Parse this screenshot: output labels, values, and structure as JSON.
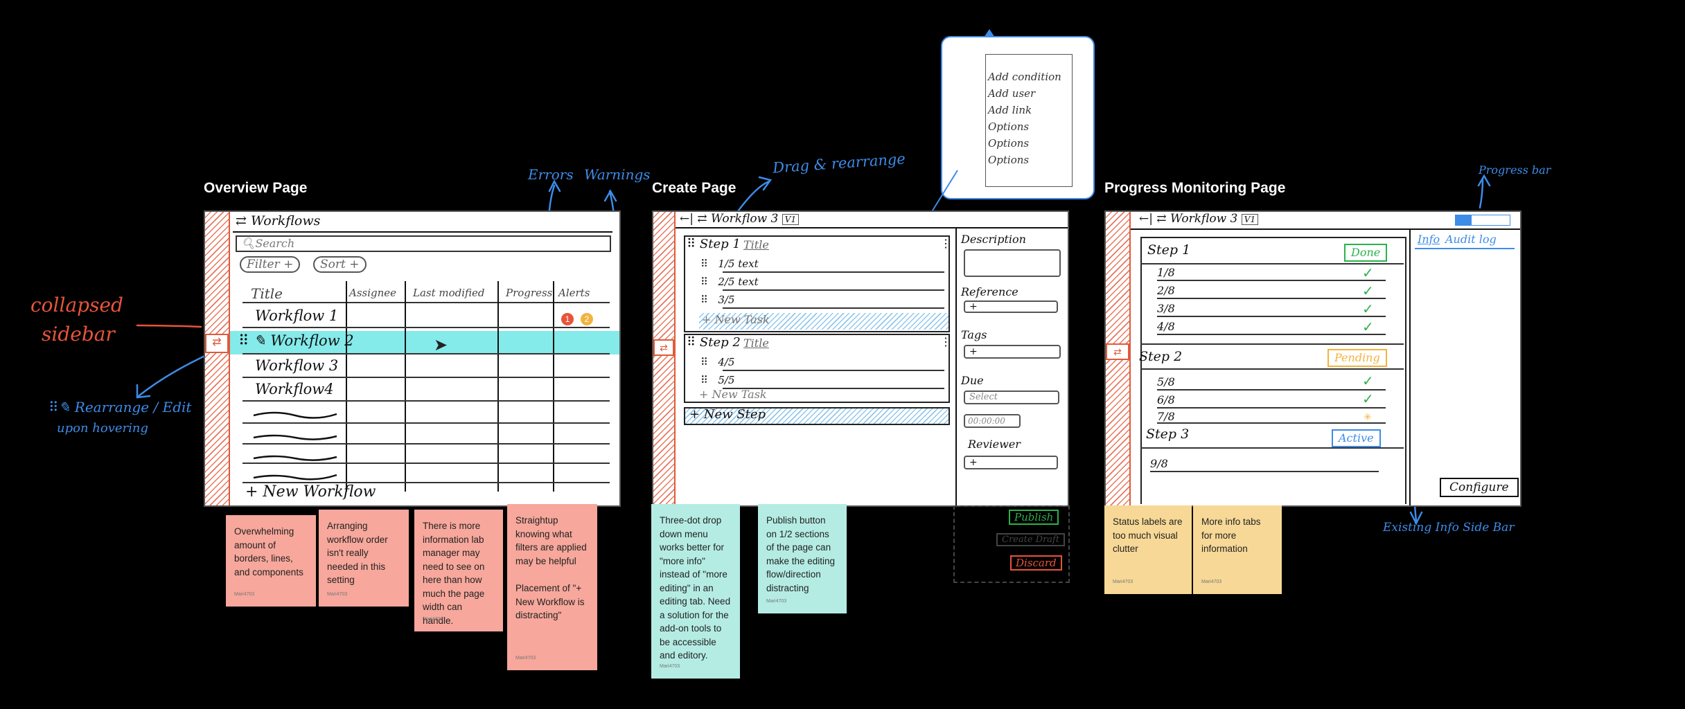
{
  "section_titles": {
    "overview": "Overview Page",
    "create": "Create Page",
    "progress": "Progress Monitoring Page"
  },
  "annotations": {
    "errors": "Errors",
    "warnings": "Warnings",
    "drag": "Drag & rearrange",
    "collapsed": "collapsed",
    "sidebar": "sidebar",
    "rearrange": "⠿✎ Rearrange / Edit",
    "hovering": "upon hovering",
    "progress_bar": "Progress bar",
    "existing_info": "Existing Info Side Bar"
  },
  "overview": {
    "header": "Workflows",
    "search_placeholder": "Search",
    "filter": "Filter +",
    "sort": "Sort +",
    "columns": [
      "Title",
      "Assignee",
      "Last modified",
      "Progress",
      "Alerts"
    ],
    "rows": [
      "Workflow 1",
      "Workflow 2",
      "Workflow 3",
      "Workflow4"
    ],
    "alert_error": "1",
    "alert_warning": "2",
    "new_workflow": "+ New Workflow"
  },
  "create": {
    "header": "Workflow 3",
    "version": "V1",
    "steps": [
      {
        "label": "Step 1",
        "title": "Title",
        "tasks": [
          "1/5  text",
          "2/5  text",
          "3/5"
        ],
        "new_task": "+ New Task"
      },
      {
        "label": "Step 2",
        "title": "Title",
        "tasks": [
          "4/5",
          "5/5"
        ],
        "new_task": "+ New Task"
      }
    ],
    "new_step": "+ New Step",
    "side": {
      "description": "Description",
      "reference": "Reference",
      "tags": "Tags",
      "due": "Due",
      "due_select": "Select",
      "due_time": "00:00:00",
      "reviewer": "Reviewer",
      "plus": "+"
    },
    "dropdown": [
      "Add condition",
      "Add user",
      "Add link",
      "Options",
      "Options",
      "Options"
    ],
    "publish": "Publish",
    "create_draft": "Create Draft",
    "discard": "Discard"
  },
  "progress": {
    "header": "Workflow 3",
    "version": "V1",
    "percent": "30%",
    "percent_value": 0.3,
    "tabs": [
      "Info",
      "Audit log"
    ],
    "steps": [
      {
        "label": "Step 1",
        "status": "Done",
        "tasks": [
          "1/8",
          "2/8",
          "3/8",
          "4/8"
        ]
      },
      {
        "label": "Step 2",
        "status": "Pending",
        "tasks": [
          "5/8",
          "6/8",
          "7/8"
        ]
      },
      {
        "label": "Step 3",
        "status": "Active",
        "tasks": [
          "9/8"
        ]
      }
    ],
    "configure": "Configure"
  },
  "stickies": {
    "o1": "Overwhelming amount of borders, lines, and components",
    "o2": "Arranging workflow order isn't really needed in this setting",
    "o3": "There is more information lab manager may need to see on here than how much the page width can handle.",
    "o4a": "Straightup knowing what filters are applied may be helpful",
    "o4b": "Placement of \"+ New Workflow is distracting\"",
    "c1": "Three-dot drop down menu works better for \"more info\" instead of \"more editing\" in an editing tab. Need a solution for the add-on tools to be accessible and editory.",
    "c2": "Publish button on 1/2 sections of the page can make the editing flow/direction distracting",
    "p1": "Status labels are too much visual clutter",
    "p2": "More info tabs for more information",
    "sig": "Mari4703"
  },
  "colors": {
    "sidebar_hatch": "#e8765c",
    "annotation_blue": "#3d8ce8",
    "highlight": "#6fe6e6",
    "error": "#e8543a",
    "warning": "#f2b33d",
    "done": "#2bb24c",
    "pending": "#f2b33d",
    "active": "#3d8ce8"
  }
}
